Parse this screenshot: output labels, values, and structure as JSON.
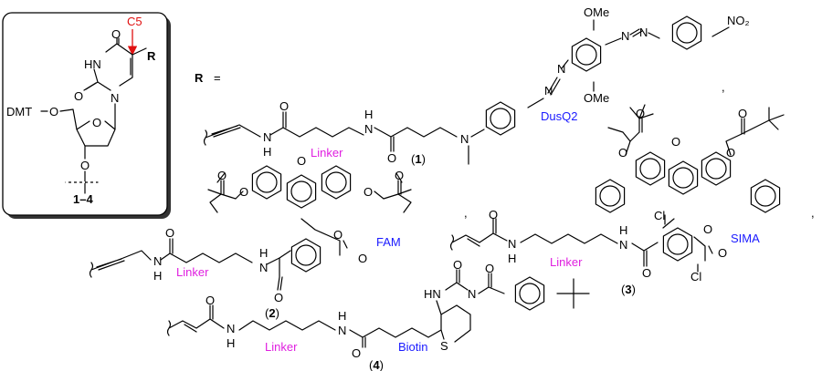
{
  "box": {
    "c5_label": "C5",
    "r_label": "R",
    "o4": "O",
    "hn": "HN",
    "o2": "O",
    "n1": "N",
    "dmt": "DMT",
    "o5": "O",
    "o_ring": "O",
    "o3": "O",
    "compound_range": "1–4",
    "accent_color": "#e01010"
  },
  "r_equals": {
    "r": "R",
    "eq": "="
  },
  "compound1": {
    "number": "1",
    "linker": "Linker",
    "dye": "DusQ2",
    "nh1": "N",
    "h1": "H",
    "o1": "O",
    "nh2": "N",
    "h2": "H",
    "o2": "O",
    "n_me": "N",
    "azo1a": "N",
    "azo1b": "N",
    "azo2a": "N",
    "azo2b": "N",
    "ome_top": "OMe",
    "ome_bottom": "OMe",
    "no2": "NO₂",
    "comma": ","
  },
  "compound2": {
    "number": "2",
    "linker": "Linker",
    "dye": "FAM",
    "nh1": "N",
    "h1": "H",
    "o1": "O",
    "nh2": "N",
    "h2": "H",
    "o2": "O",
    "o_lac": "O",
    "o_lac2": "O",
    "o_xan": "O",
    "o_l": "O",
    "o_r": "O",
    "o_lc": "O",
    "o_rc": "O",
    "comma": ","
  },
  "compound3": {
    "number": "3",
    "linker": "Linker",
    "dye": "SIMA",
    "nh1": "N",
    "h1": "H",
    "o1": "O",
    "nh2": "N",
    "h2": "H",
    "o2": "O",
    "cl1": "Cl",
    "cl2": "Cl",
    "o_lac": "O",
    "o_lac2": "O",
    "o_xan": "O",
    "o_l": "O",
    "o_r": "O",
    "o_lc": "O",
    "o_rc": "O",
    "comma": ","
  },
  "compound4": {
    "number": "4",
    "linker": "Linker",
    "dye": "Biotin",
    "nh1": "N",
    "h1": "H",
    "o1": "O",
    "nh2": "N",
    "h2": "H",
    "o2": "O",
    "hn": "HN",
    "n": "N",
    "o_urea": "O",
    "o_bz": "O",
    "s": "S"
  },
  "colors": {
    "linker": "#e020e0",
    "dye": "#1a1aff",
    "c5": "#e01010"
  }
}
